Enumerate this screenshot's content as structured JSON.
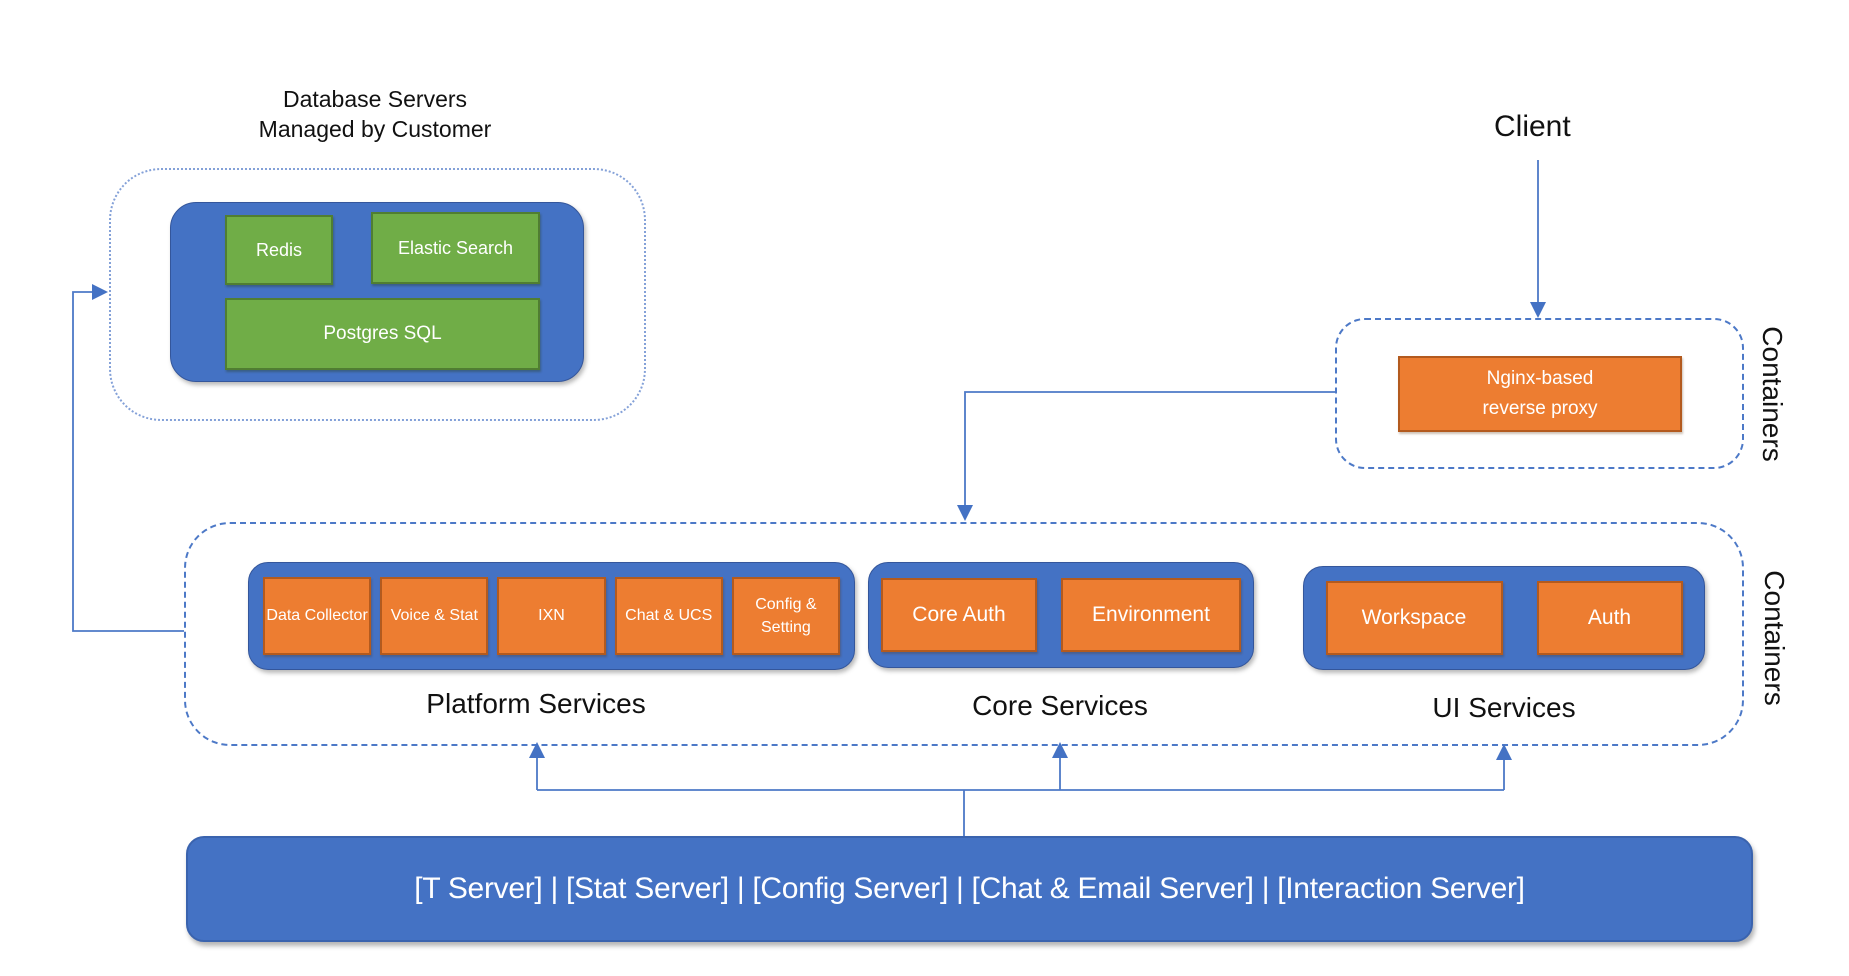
{
  "database": {
    "title": "Database Servers\nManaged by Customer",
    "servers": [
      "Redis",
      "Elastic Search",
      "Postgres SQL"
    ]
  },
  "client": {
    "label": "Client"
  },
  "proxy": {
    "box_label": "Nginx-based\nreverse proxy",
    "container_label": "Containers"
  },
  "services": {
    "container_label": "Containers",
    "platform": {
      "label": "Platform Services",
      "chips": [
        "Data Collector",
        "Voice & Stat",
        "IXN",
        "Chat & UCS",
        "Config & Setting"
      ]
    },
    "core": {
      "label": "Core Services",
      "chips": [
        "Core Auth",
        "Environment"
      ]
    },
    "ui": {
      "label": "UI Services",
      "chips": [
        "Workspace",
        "Auth"
      ]
    }
  },
  "backend_bar": {
    "label": "[T Server] | [Stat Server] | [Config Server] | [Chat & Email Server] | [Interaction Server]"
  },
  "colors": {
    "blue_fill": "#4472c4",
    "blue_border": "#34569b",
    "green_fill": "#70ad47",
    "green_border": "#507e32",
    "orange_fill": "#ed7d31",
    "orange_border": "#b35a1e",
    "connector_blue": "#4d79c7",
    "label_text": "#111111",
    "chip_text": "#ffffff"
  }
}
